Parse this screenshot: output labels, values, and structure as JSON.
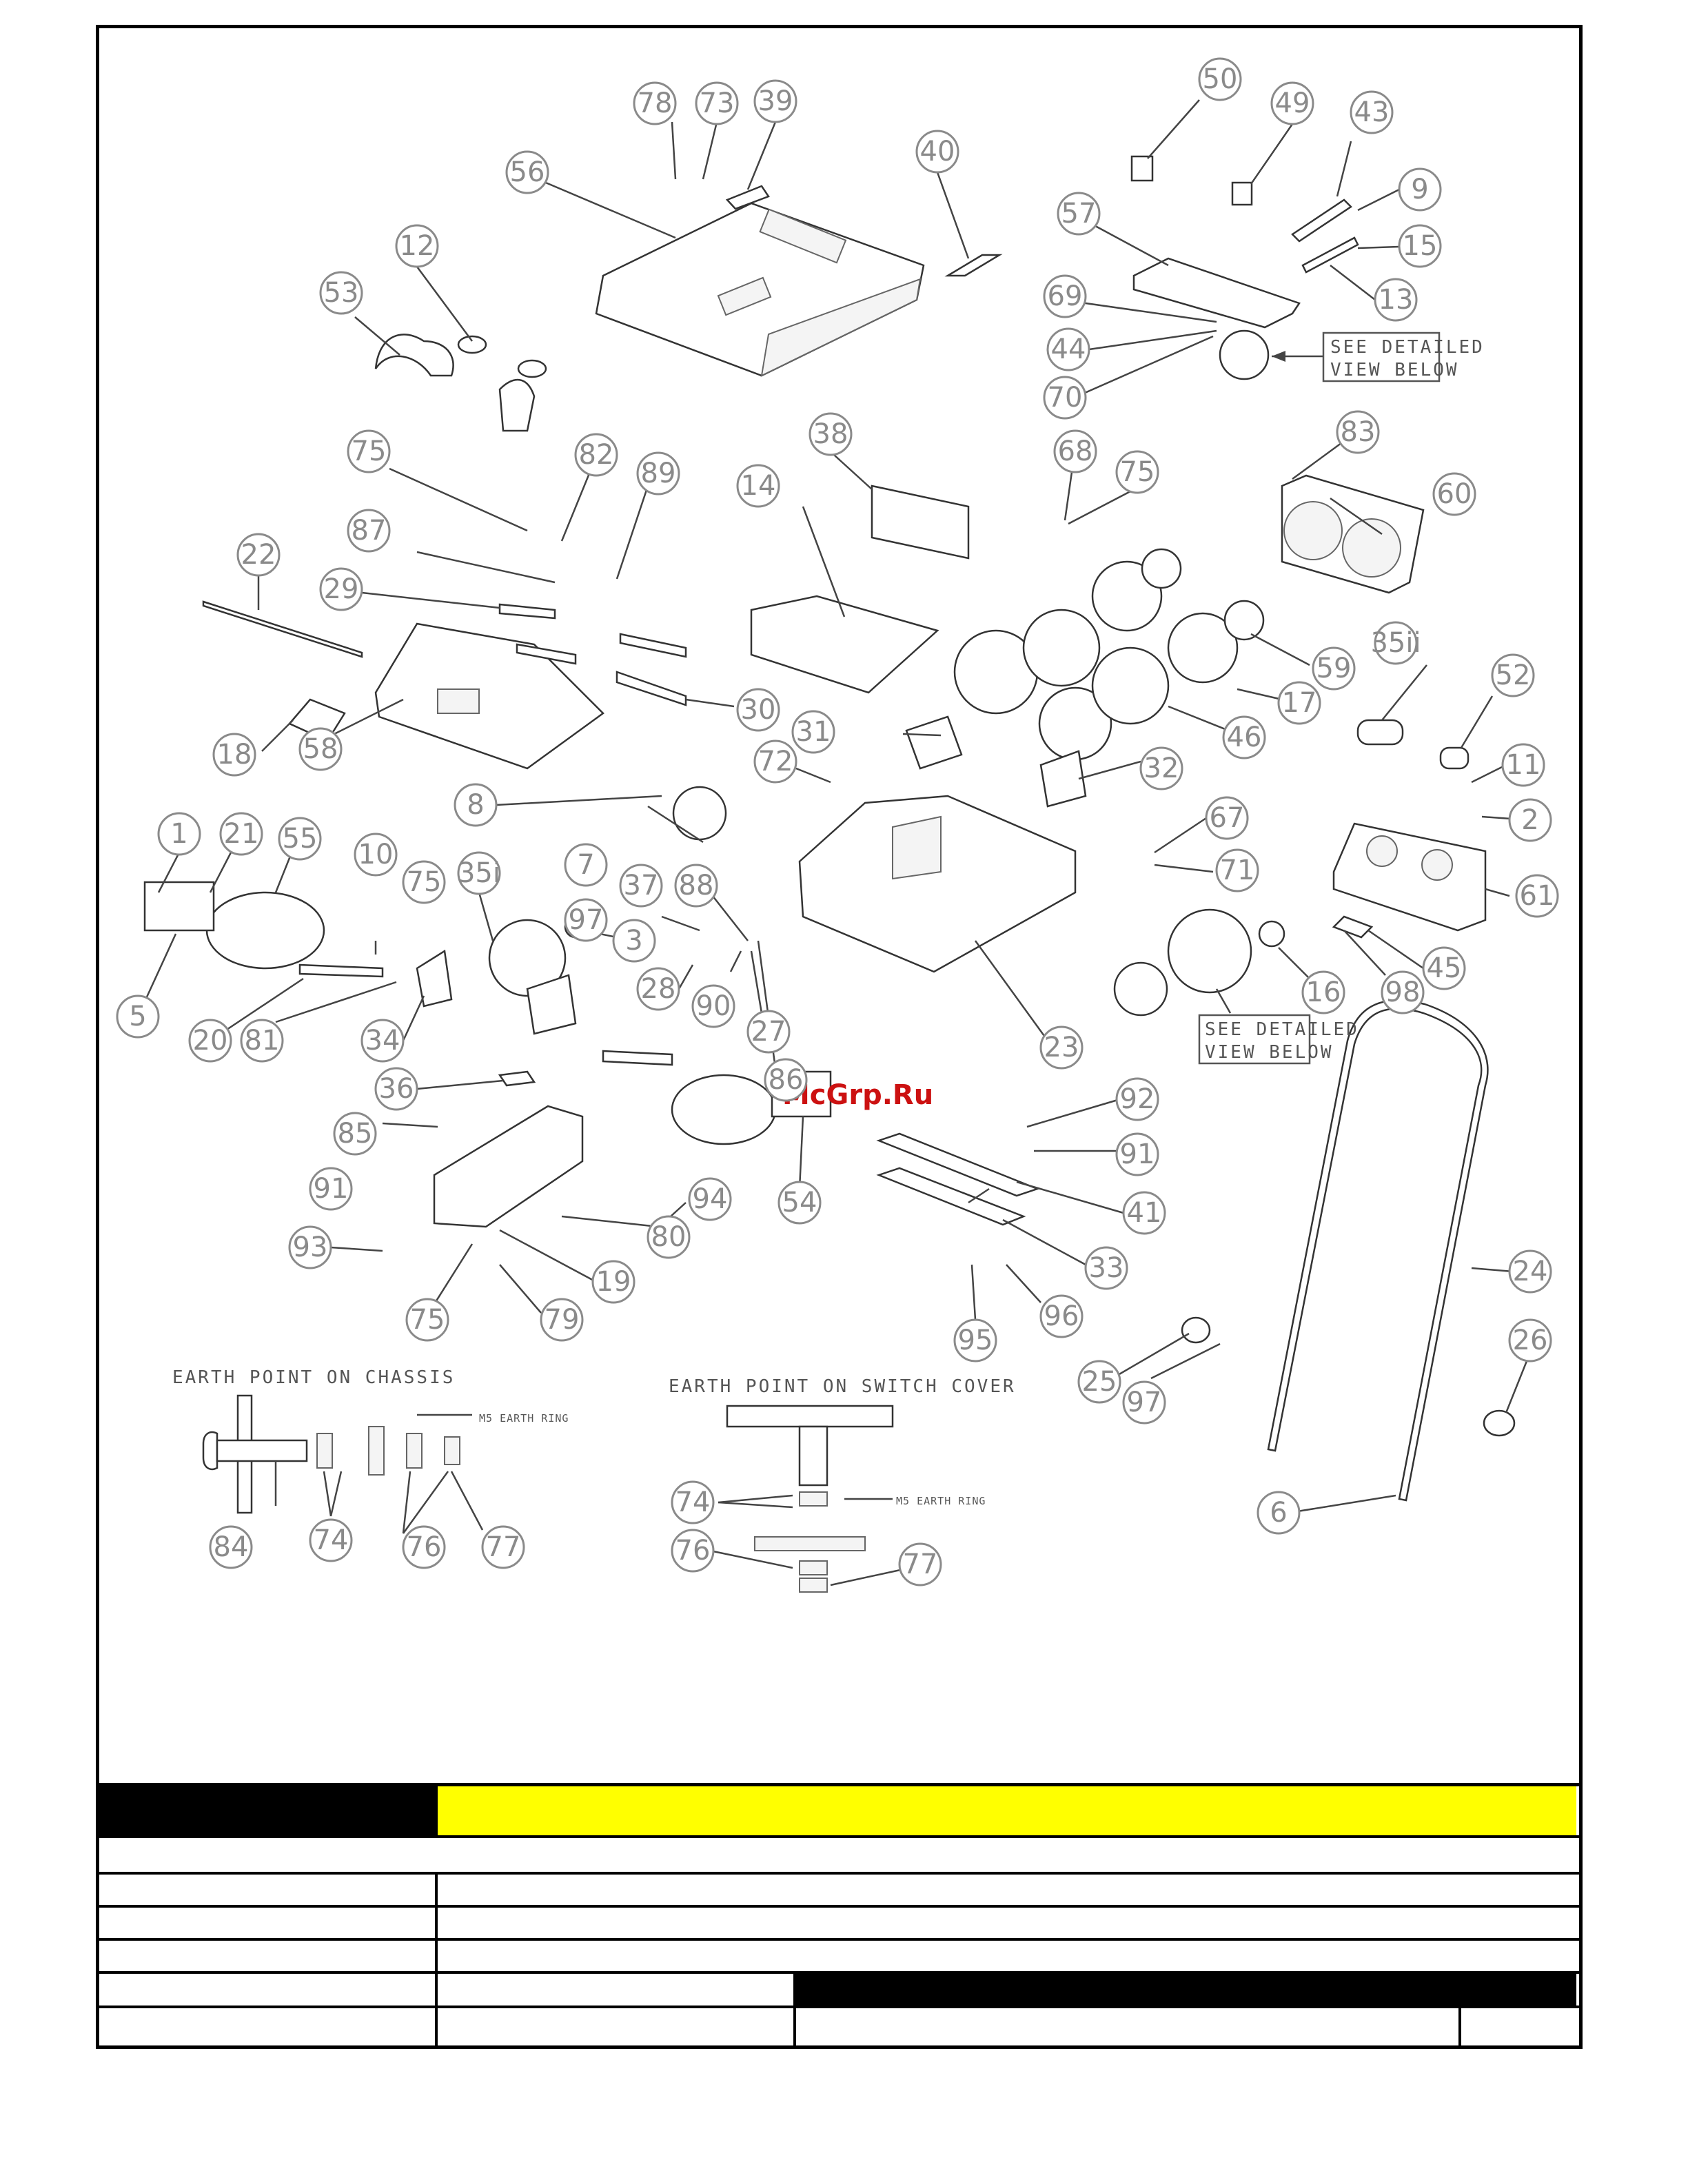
{
  "callouts": [
    "1",
    "2",
    "3",
    "5",
    "6",
    "7",
    "8",
    "9",
    "10",
    "11",
    "12",
    "13",
    "14",
    "15",
    "16",
    "17",
    "18",
    "19",
    "20",
    "21",
    "22",
    "23",
    "24",
    "25",
    "26",
    "27",
    "28",
    "29",
    "30",
    "31",
    "32",
    "33",
    "34",
    "35i",
    "35ii",
    "36",
    "37",
    "38",
    "39",
    "40",
    "41",
    "43",
    "44",
    "45",
    "46",
    "49",
    "50",
    "52",
    "53",
    "54",
    "55",
    "56",
    "57",
    "58",
    "59",
    "60",
    "61",
    "67",
    "68",
    "69",
    "70",
    "71",
    "72",
    "73",
    "74",
    "75",
    "76",
    "77",
    "78",
    "79",
    "80",
    "81",
    "82",
    "83",
    "84",
    "85",
    "86",
    "87",
    "88",
    "89",
    "90",
    "91",
    "92",
    "93",
    "94",
    "95",
    "96",
    "97",
    "98"
  ],
  "notes": {
    "detail_view_line1": "SEE DETAILED",
    "detail_view_line2": "VIEW BELOW",
    "earth_chassis": "EARTH POINT ON CHASSIS",
    "earth_switch": "EARTH POINT ON SWITCH COVER",
    "earth_ring": "M5 EARTH RING"
  },
  "watermark": "McGrp.Ru",
  "colors": {
    "title_bar": "#000000",
    "title_highlight": "#ffff00",
    "callout": "#8a8a8a"
  }
}
